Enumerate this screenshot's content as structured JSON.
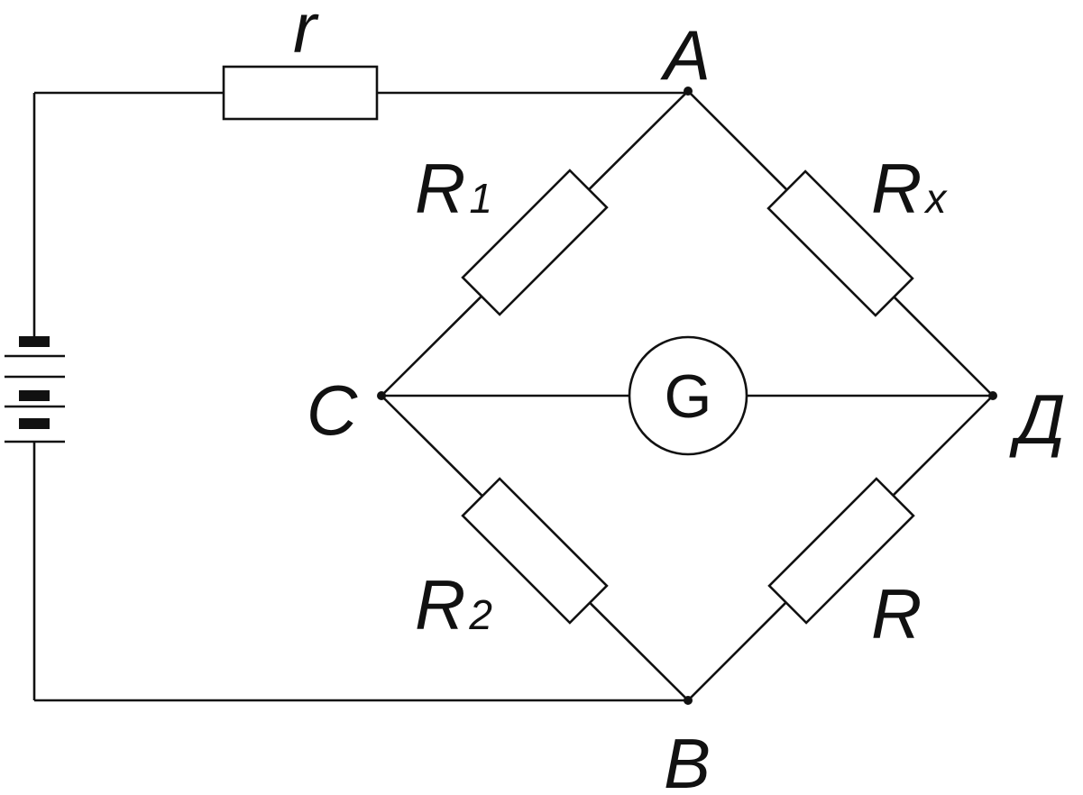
{
  "diagram": {
    "nodes": {
      "top": "A",
      "bottom": "B",
      "left": "C",
      "right": "Д"
    },
    "resistors": {
      "series": {
        "letter": "r",
        "subscript": ""
      },
      "top_left": {
        "letter": "R",
        "subscript": "1"
      },
      "top_right": {
        "letter": "R",
        "subscript": "x"
      },
      "bottom_left": {
        "letter": "R",
        "subscript": "2"
      },
      "bottom_right": {
        "letter": "R",
        "subscript": ""
      }
    },
    "galvanometer": {
      "label": "G"
    },
    "colors": {
      "line": "#111111",
      "background": "#ffffff"
    }
  }
}
